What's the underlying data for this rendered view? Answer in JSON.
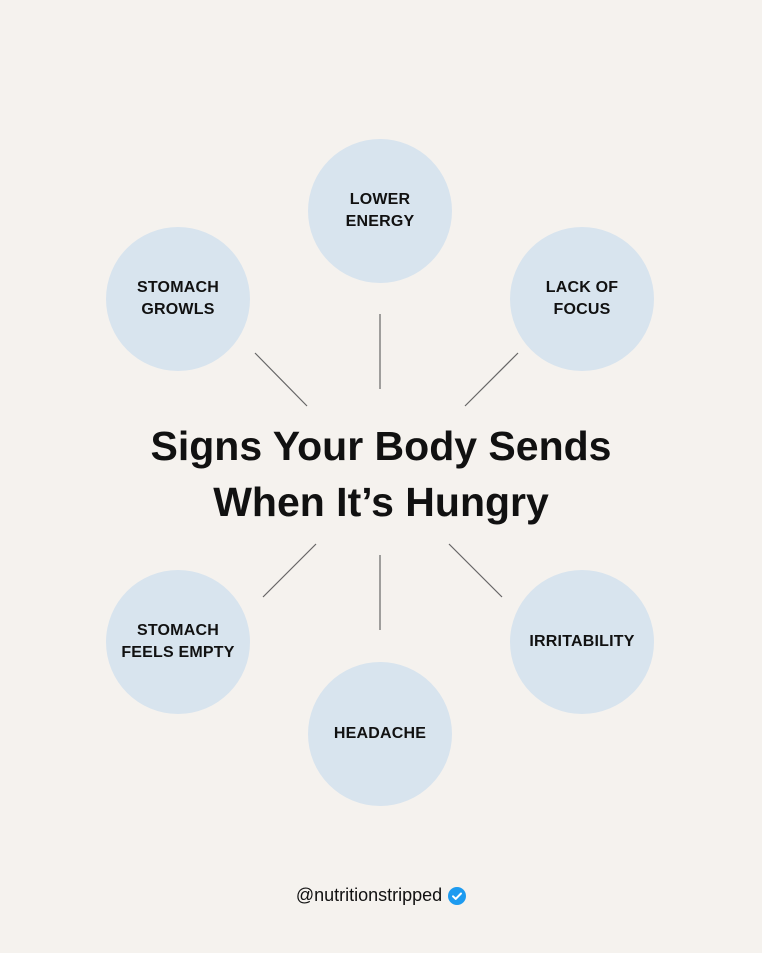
{
  "title": "Signs Your Body Sends\nWhen It’s Hungry",
  "signs": [
    "LOWER\nENERGY",
    "STOMACH\nGROWLS",
    "LACK OF\nFOCUS",
    "STOMACH\nFEELS EMPTY",
    "IRRITABILITY",
    "HEADACHE"
  ],
  "handle": "@nutritionstripped",
  "verified_icon": "verified-badge-icon",
  "colors": {
    "background": "#f5f2ee",
    "circle": "#d8e4ee",
    "line": "#666666",
    "badge": "#1d9bf0"
  }
}
